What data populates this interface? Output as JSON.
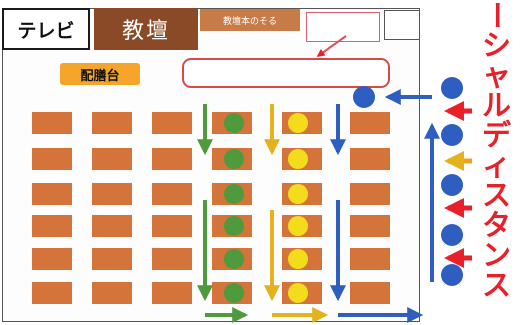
{
  "labels": {
    "tv": "テレビ",
    "podium": "教壇",
    "podium_note": "教壇本のそる",
    "serving_table": "配膳台",
    "side_text": "ーシャルディスタンス"
  },
  "colors": {
    "desk": "#d4733a",
    "green": "#4f9a3c",
    "yellow": "#f3dc1c",
    "blue": "#2e5ec0",
    "red": "#e8202a",
    "podium": "#8a4a27",
    "serve_label": "#f5a52a"
  }
}
